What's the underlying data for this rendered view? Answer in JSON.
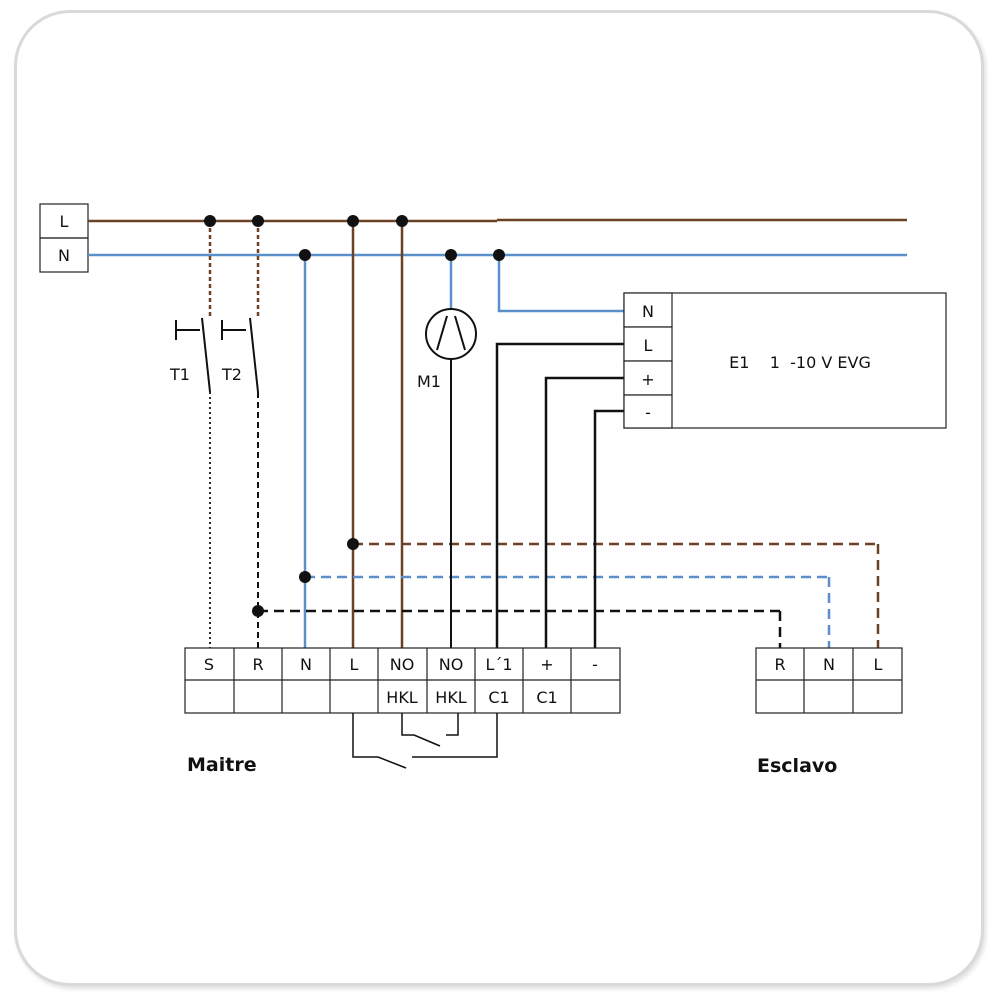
{
  "supply": {
    "l_label": "L",
    "n_label": "N"
  },
  "switches": {
    "t1": "T1",
    "t2": "T2"
  },
  "motor": {
    "label": "M1"
  },
  "ballast": {
    "terminals": [
      "N",
      "L",
      "+",
      "-"
    ],
    "label": "E1    1  -10 V EVG"
  },
  "master": {
    "title": "Maitre",
    "top_row": [
      "S",
      "R",
      "N",
      "L",
      "NO",
      "NO",
      "L´1",
      "+",
      "-"
    ],
    "bottom_row": [
      "",
      "",
      "",
      "",
      "HKL",
      "HKL",
      "C1",
      "C1",
      ""
    ]
  },
  "slave": {
    "title": "Esclavo",
    "top_row": [
      "R",
      "N",
      "L"
    ]
  },
  "colors": {
    "phase_brown": "#6b4226",
    "neutral_blue": "#5b8fc9",
    "control_black": "#111111"
  }
}
